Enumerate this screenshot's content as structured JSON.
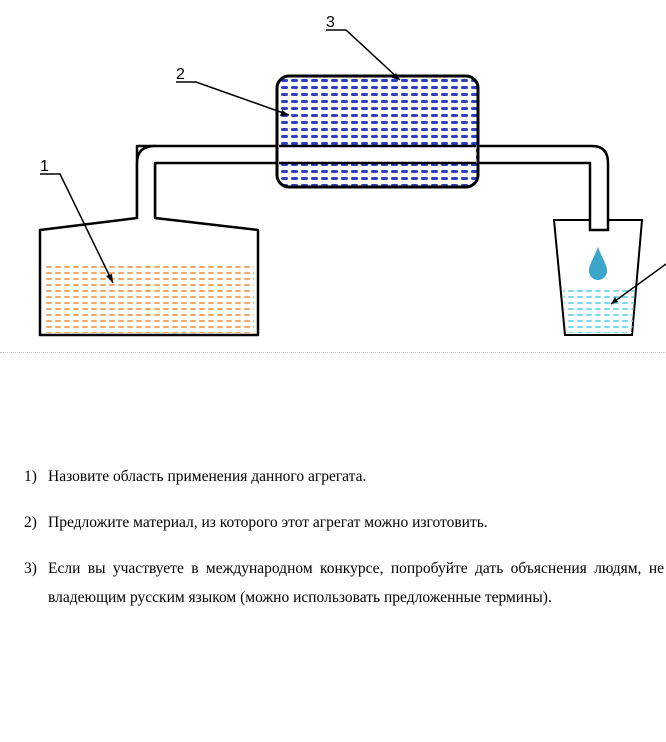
{
  "diagram": {
    "labels": [
      "1",
      "2",
      "3"
    ],
    "colors": {
      "outline": "#000000",
      "coolant": "#2f3fbf",
      "coolant_bg": "#ffffff",
      "liquid_source": "#f3a86a",
      "liquid_collected": "#7ad8ea",
      "droplet": "#3aa6c9"
    }
  },
  "questions": [
    {
      "number": "1)",
      "text": "Назовите область применения данного агрегата."
    },
    {
      "number": "2)",
      "text": "Предложите материал, из которого этот агрегат можно изготовить."
    },
    {
      "number": "3)",
      "text": "Если вы участвуете в международном конкурсе, попробуйте дать объяснения людям, не владеющим русским языком (можно использовать предложенные термины)."
    }
  ]
}
